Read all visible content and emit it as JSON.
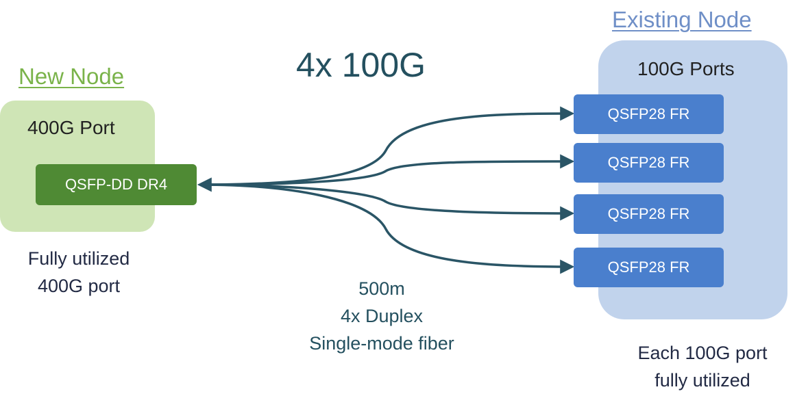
{
  "title": "4x 100G",
  "new_node": {
    "heading": "New Node",
    "port_label": "400G Port",
    "module": "QSFP-DD DR4",
    "note": [
      "Fully utilized",
      "400G port"
    ]
  },
  "existing_node": {
    "heading": "Existing Node",
    "ports_label": "100G Ports",
    "modules": [
      "QSFP28 FR",
      "QSFP28 FR",
      "QSFP28 FR",
      "QSFP28 FR"
    ],
    "note": [
      "Each 100G port",
      "fully utilized"
    ]
  },
  "fiber": {
    "note": [
      "500m",
      "4x Duplex",
      "Single-mode fiber"
    ],
    "count": 4
  },
  "colors": {
    "new_node_green": "#7ab34a",
    "new_node_box": "#cfe5b6",
    "qsfp_dd_module": "#4f8a34",
    "existing_node_blue": "#6f8fc7",
    "existing_node_box": "#c1d3ec",
    "qsfp28_module": "#4a7fcd",
    "fiber_line": "#2a5566",
    "title": "#24505f"
  }
}
